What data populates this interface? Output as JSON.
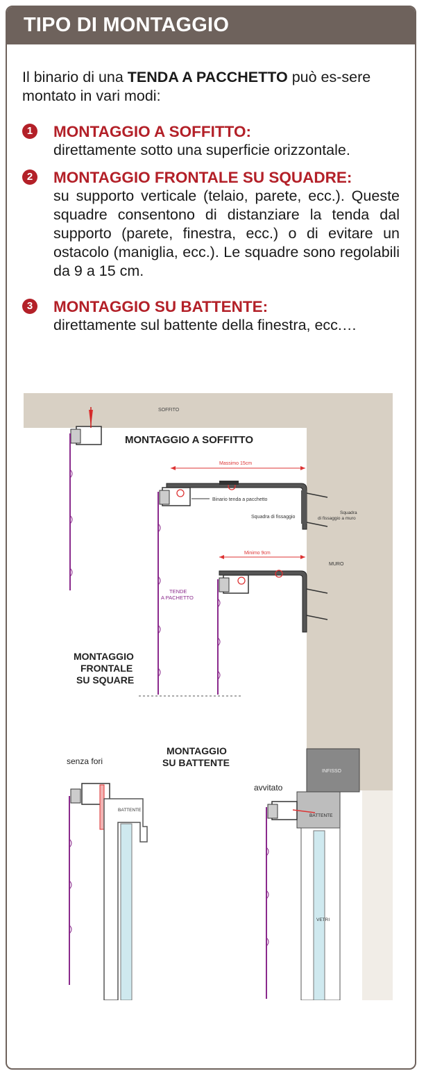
{
  "header": {
    "title": "TIPO DI MONTAGGIO"
  },
  "intro": {
    "prefix": "Il binario di una ",
    "bold": "TENDA A PACCHETTO",
    "suffix": " può es-sere montato in vari modi:"
  },
  "items": [
    {
      "number": "1",
      "heading": "MONTAGGIO A SOFFITTO:",
      "text": "direttamente sotto una superficie orizzontale."
    },
    {
      "number": "2",
      "heading": "MONTAGGIO FRONTALE SU SQUADRE:",
      "text": "su supporto verticale (telaio, parete, ecc.). Queste squadre consentono di distanziare la tenda dal supporto (parete, finestra, ecc.) o di evitare un ostacolo (maniglia, ecc.). Le squadre sono regolabili da 9 a 15 cm."
    },
    {
      "number": "3",
      "heading": "MONTAGGIO SU BATTENTE:",
      "text": "direttamente sul battente della finestra, ecc.…"
    }
  ],
  "diagram": {
    "soffito": "SOFFITO",
    "montaggio_soffito": "MONTAGGIO A SOFFITTO",
    "massimo": "Massimo 15cm",
    "binario": "Binario tenda a pacchetto",
    "squadra_fissaggio": "Squadra di fissaggio",
    "squadra_muro_1": "Squadra",
    "squadra_muro_2": "di fissaggio a muro",
    "minimo": "Minimo 9cm",
    "muro": "MURO",
    "tende_1": "TENDE",
    "tende_2": "A PACHETTO",
    "frontale_1": "MONTAGGIO",
    "frontale_2": "FRONTALE",
    "frontale_3": "SU SQUARE",
    "battente_title_1": "MONTAGGIO",
    "battente_title_2": "SU BATTENTE",
    "senza_fori": "senza fori",
    "avvitato": "avvitato",
    "infisso": "INFISSO",
    "battente_left": "BATTENTE",
    "battente_right": "BATTENTE",
    "vetri": "VETRI"
  },
  "colors": {
    "header": "#6e625c",
    "accent": "#b32028",
    "curtain": "#8a2a8c",
    "wall": "#d8d0c4",
    "glass": "#cfe9ef"
  }
}
